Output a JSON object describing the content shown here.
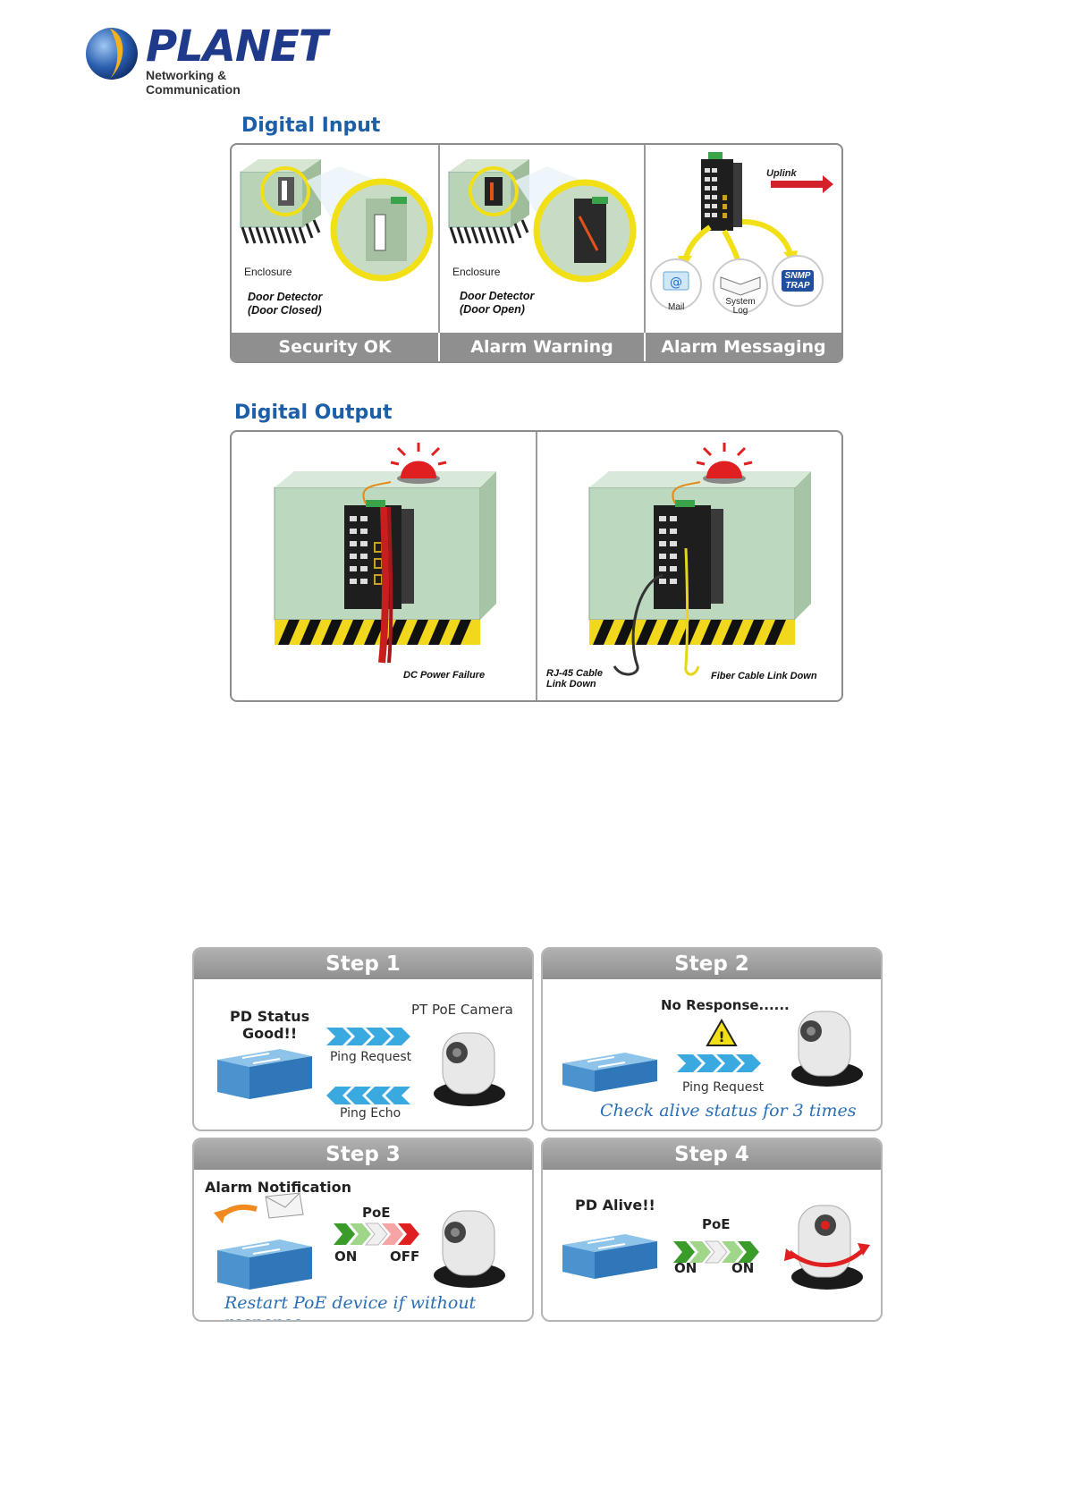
{
  "logo": {
    "name": "PLANET",
    "tagline": "Networking & Communication"
  },
  "digital_input": {
    "title": "Digital Input",
    "panels": [
      {
        "enclosure": "Enclosure",
        "detector": "Door Detector",
        "state": "(Door Closed)",
        "footer": "Security OK"
      },
      {
        "enclosure": "Enclosure",
        "detector": "Door Detector",
        "state": "(Door Open)",
        "footer": "Alarm Warning"
      },
      {
        "uplink": "Uplink",
        "mail": "Mail",
        "syslog_1": "System",
        "syslog_2": "Log",
        "snmp_1": "SNMP",
        "snmp_2": "TRAP",
        "footer": "Alarm Messaging"
      }
    ]
  },
  "digital_output": {
    "title": "Digital Output",
    "panels": [
      {
        "caption": "DC Power Failure"
      },
      {
        "rj45_1": "RJ-45 Cable",
        "rj45_2": "Link Down",
        "fiber": "Fiber Cable Link Down"
      }
    ]
  },
  "steps": [
    {
      "header": "Step 1",
      "status": "PD Status",
      "status2": "Good!!",
      "camera": "PT PoE Camera",
      "ping": "Ping Request",
      "echo": "Ping Echo"
    },
    {
      "header": "Step 2",
      "noresp": "No Response......",
      "ping": "Ping Request",
      "note": "Check alive status for 3 times"
    },
    {
      "header": "Step 3",
      "alarm": "Alarm Notification",
      "poe": "PoE",
      "on": "ON",
      "off": "OFF",
      "note": "Restart PoE device if without response"
    },
    {
      "header": "Step 4",
      "alive": "PD Alive!!",
      "poe": "PoE",
      "on1": "ON",
      "on2": "ON"
    }
  ],
  "colors": {
    "brand_blue": "#1f3a8a",
    "heading_blue": "#1c5fa8",
    "footer_gray": "#8f8f8f",
    "alarm_red": "#e02020",
    "arrow_blue": "#3aa9e0",
    "arrow_green": "#3a9b2a"
  }
}
